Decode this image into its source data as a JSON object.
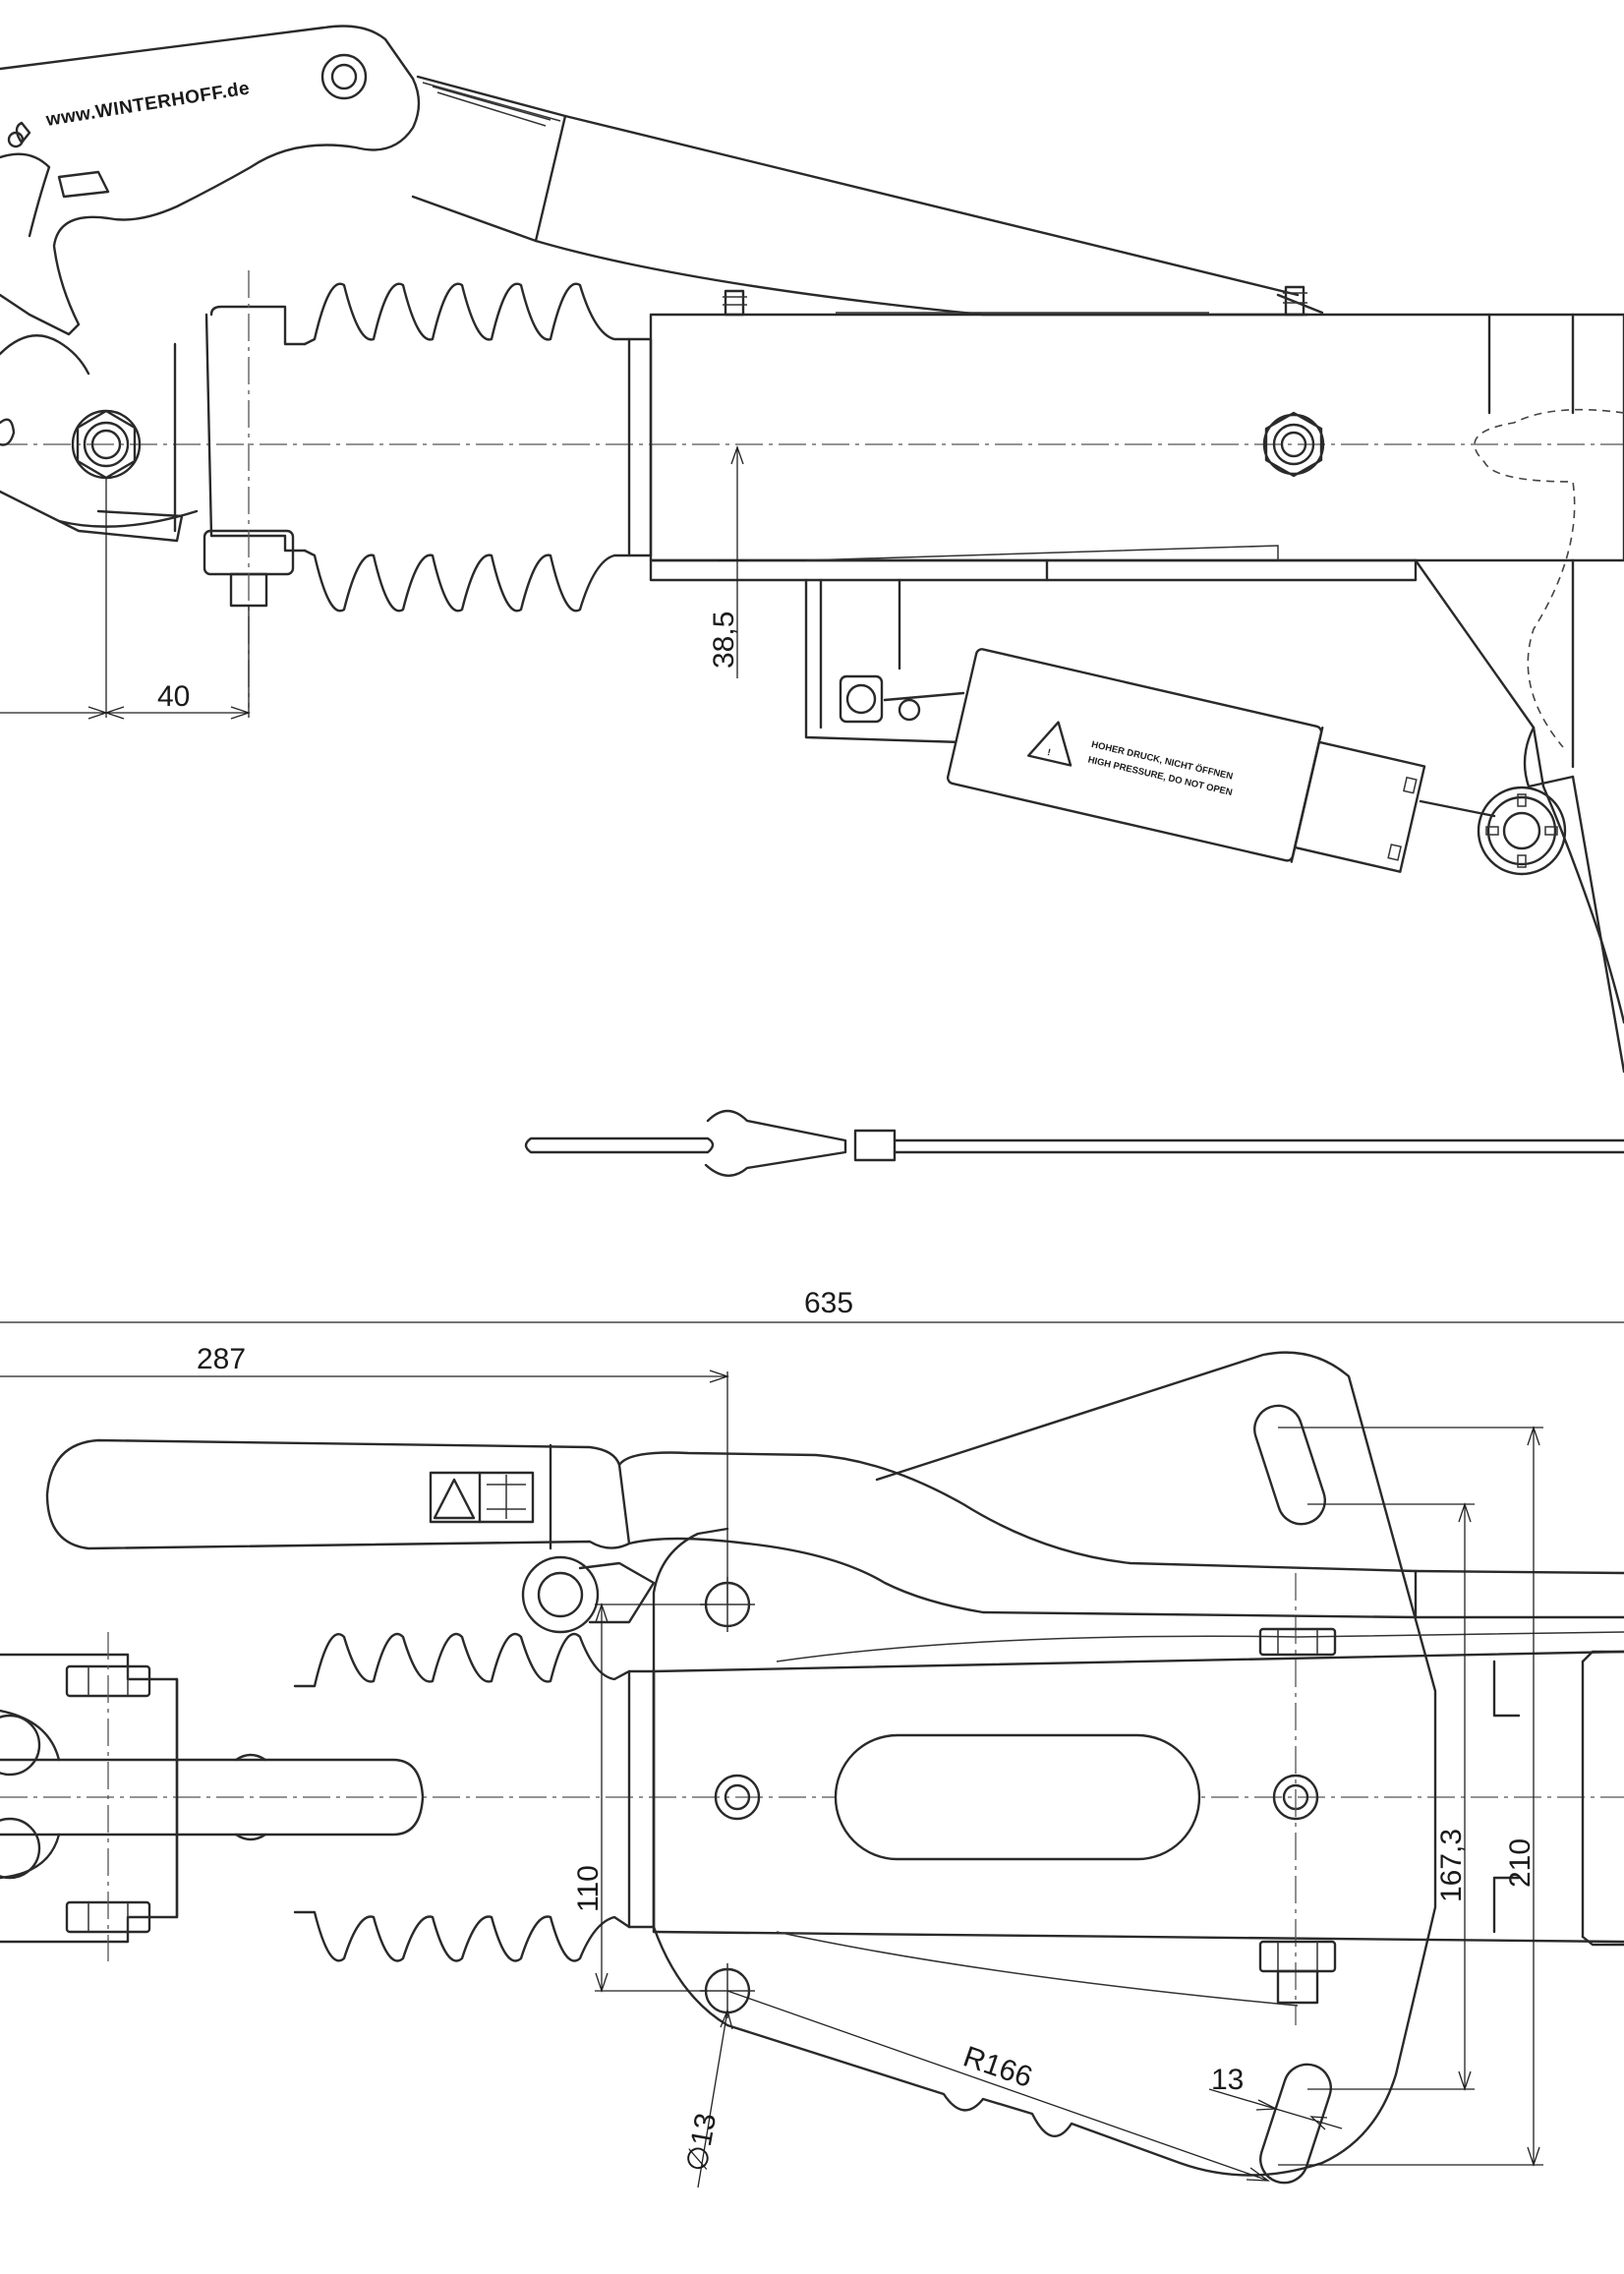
{
  "brand_text": "www.WINTERHOFF.de",
  "warning_label": {
    "line1": "HOHER DRUCK, NICHT ÖFFNEN",
    "line2": "HIGH PRESSURE, DO NOT OPEN"
  },
  "side_view": {
    "dimensions": {
      "height_38_5": "38,5",
      "offset_40": "40"
    }
  },
  "top_view": {
    "dimensions": {
      "overall_length": "635",
      "length_287": "287",
      "width_110": "110",
      "hole_spacing_167_3": "167,3",
      "hole_spacing_210": "210",
      "radius": "R166",
      "hole_diameter": "∅13",
      "slot_width": "13"
    }
  }
}
